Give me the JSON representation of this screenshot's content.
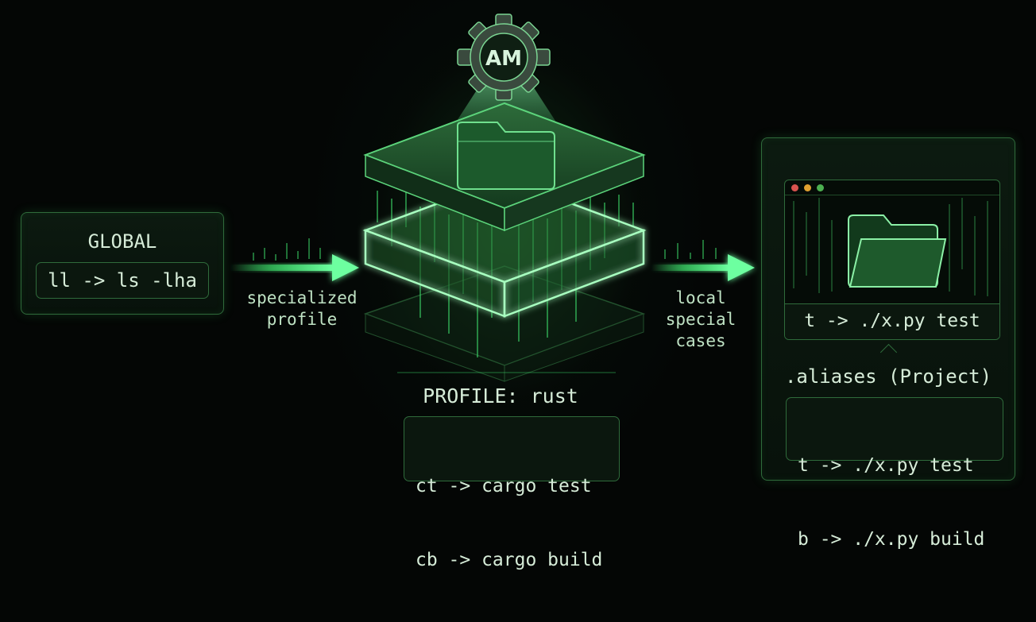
{
  "global": {
    "title": "GLOBAL",
    "alias": "ll -> ls -lha"
  },
  "arrows": {
    "left_label_line1": "specialized",
    "left_label_line2": "profile",
    "right_label_line1": "local",
    "right_label_line2": "special",
    "right_label_line3": "cases"
  },
  "logo": {
    "text": "AM",
    "icon": "gear-icon"
  },
  "profile": {
    "title": "PROFILE: rust",
    "aliases": [
      "ct -> cargo test",
      "cb -> cargo build"
    ]
  },
  "project": {
    "window_alias": "t -> ./x.py test",
    "title": ".aliases (Project)",
    "aliases": [
      "t -> ./x.py test",
      "b -> ./x.py build"
    ],
    "window_dot_colors": [
      "#d9534f",
      "#e0a030",
      "#4caf50"
    ]
  },
  "colors": {
    "accent": "#3ddc6a",
    "border": "#2f6b3b",
    "background": "#040605"
  }
}
